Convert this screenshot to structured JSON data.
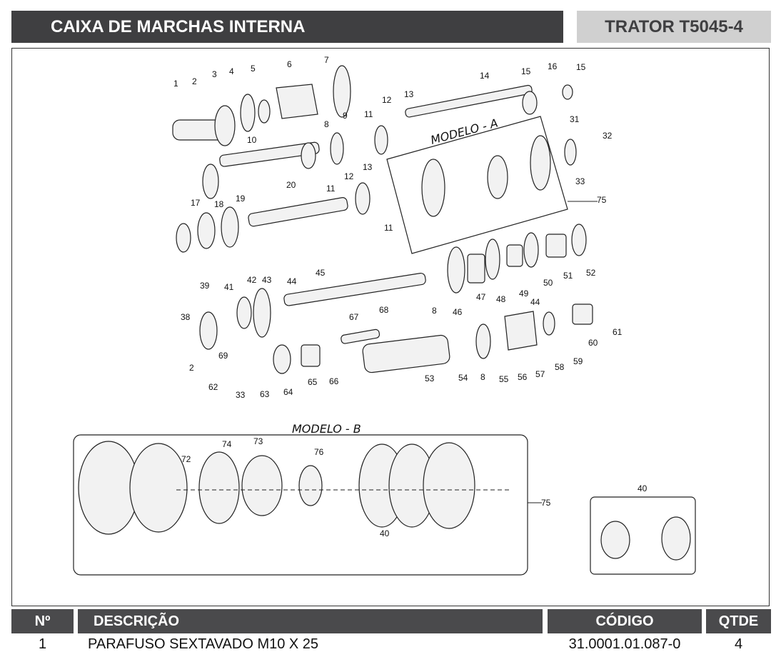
{
  "header": {
    "title": "CAIXA DE MARCHAS INTERNA",
    "model": "TRATOR T5045-4"
  },
  "diagram": {
    "model_a_label": "MODELO - A",
    "model_b_label": "MODELO - B",
    "callouts": [
      "1",
      "2",
      "3",
      "4",
      "5",
      "6",
      "7",
      "8",
      "9",
      "10",
      "11",
      "12",
      "13",
      "14",
      "15",
      "16",
      "15",
      "31",
      "32",
      "33",
      "75",
      "17",
      "18",
      "19",
      "20",
      "11",
      "12",
      "13",
      "11",
      "8",
      "39",
      "41",
      "42",
      "43",
      "44",
      "45",
      "46",
      "47",
      "48",
      "49",
      "50",
      "51",
      "52",
      "38",
      "2",
      "69",
      "67",
      "68",
      "44",
      "61",
      "60",
      "59",
      "58",
      "57",
      "56",
      "55",
      "8",
      "54",
      "53",
      "66",
      "65",
      "64",
      "63",
      "33",
      "62",
      "72",
      "74",
      "73",
      "76",
      "75",
      "40",
      "40"
    ]
  },
  "table": {
    "headers": {
      "num": "Nº",
      "desc": "DESCRIÇÃO",
      "code": "CÓDIGO",
      "qty": "QTDE"
    },
    "rows": [
      {
        "num": "1",
        "desc": "PARAFUSO SEXTAVADO M10 X 25",
        "code": "31.0001.01.087-0",
        "qty": "4"
      }
    ]
  }
}
